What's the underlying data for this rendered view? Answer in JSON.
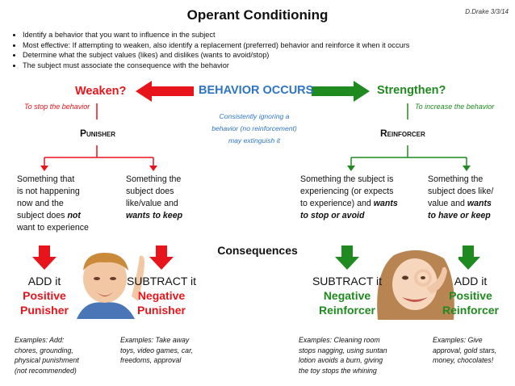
{
  "title": "Operant Conditioning",
  "author": "D.Drake 3/3/14",
  "bullets": [
    "Identify a behavior that you want to influence in the subject",
    "Most effective: If attempting to weaken, also identify a replacement (preferred) behavior and reinforce it when it occurs",
    "Determine what the subject values (likes) and dislikes (wants to avoid/stop)",
    "The subject must associate the consequence with the behavior"
  ],
  "center": {
    "behavior": "BEHAVIOR OCCURS",
    "note_lines": [
      "Consistently ignoring a",
      "behavior (no reinforcement)",
      "may extinguish it"
    ]
  },
  "left": {
    "heading": "Weaken?",
    "sub": "To stop the behavior",
    "node": "Punisher",
    "desc1_lines": [
      "Something that",
      "is not happening",
      "now and the",
      "subject does",
      "not",
      "want to experience"
    ],
    "desc2_lines": [
      "Something the",
      "subject does",
      "like/value and",
      "wants to keep"
    ],
    "add_label": "ADD it",
    "add_type_1": "Positive",
    "add_type_2": "Punisher",
    "sub_label": "SUBTRACT it",
    "sub_type_1": "Negative",
    "sub_type_2": "Punisher",
    "ex1": [
      "Examples: Add:",
      "chores, grounding,",
      "physical punishment",
      "(not recommended)"
    ],
    "ex2": [
      "Examples: Take away",
      "toys, video games, car,",
      "freedoms, approval"
    ]
  },
  "right": {
    "heading": "Strengthen?",
    "sub": "To increase the behavior",
    "node": "Reinforcer",
    "desc1_lines": [
      "Something the subject is",
      "experiencing (or expects",
      "to experience) and",
      "wants",
      "to stop or avoid"
    ],
    "desc2_lines": [
      "Something the",
      "subject does like/",
      "value and",
      "wants",
      "to have or keep"
    ],
    "sub_label": "SUBTRACT it",
    "sub_type_1": "Negative",
    "sub_type_2": "Reinforcer",
    "add_label": "ADD it",
    "add_type_1": "Positive",
    "add_type_2": "Reinforcer",
    "ex1": [
      "Examples: Cleaning room",
      "stops nagging, using suntan",
      "lotion avoids a burn, giving",
      "the toy stops the whining"
    ],
    "ex2": [
      "Examples: Give",
      "approval, gold stars,",
      "money, chocolates!"
    ]
  },
  "consequences": "Consequences",
  "colors": {
    "red": "#e8141b",
    "green": "#1f8a1f",
    "blue": "#2e74c4"
  }
}
